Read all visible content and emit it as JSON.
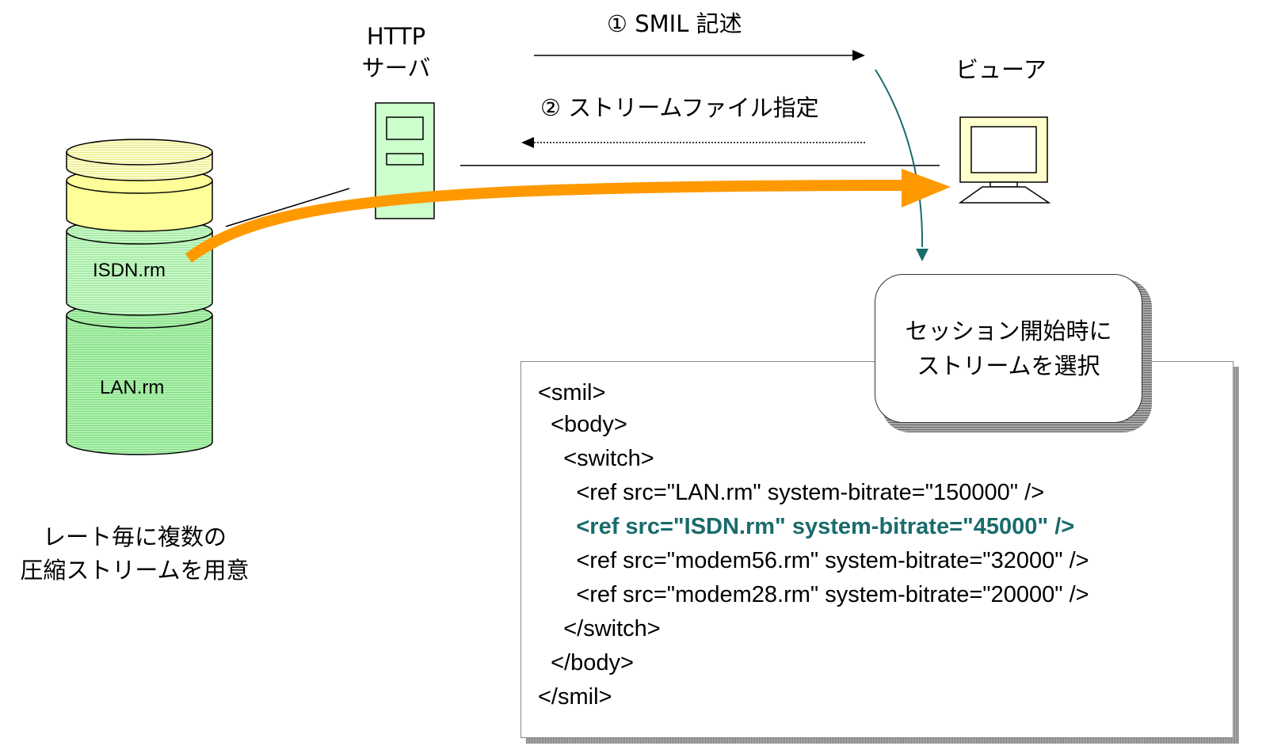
{
  "server": {
    "line1": "HTTP",
    "line2": "サーバ"
  },
  "viewer": {
    "label": "ビューア"
  },
  "arrows": {
    "smil": "① SMIL 記述",
    "stream_file": "② ストリームファイル指定"
  },
  "storage": {
    "files": [
      "ISDN.rm",
      "LAN.rm"
    ],
    "caption_line1": "レート毎に複数の",
    "caption_line2": "圧縮ストリームを用意"
  },
  "callout": {
    "line1": "セッション開始時に",
    "line2": "ストリームを選択"
  },
  "code": {
    "lines": [
      "<smil>",
      "  <body>",
      "    <switch>",
      "      <ref src=\"LAN.rm\" system-bitrate=\"150000\" />",
      "      <ref src=\"ISDN.rm\" system-bitrate=\"45000\" />",
      "      <ref src=\"modem56.rm\" system-bitrate=\"32000\" />",
      "      <ref src=\"modem28.rm\" system-bitrate=\"20000\" />",
      "    </switch>",
      "  </body>",
      "</smil>"
    ],
    "highlight_color": "#1a6b6b"
  },
  "colors": {
    "stream_arrow": "#ff9900",
    "select_arrow": "#1a6b6b",
    "server_fill": "#ccffcc",
    "viewer_fill": "#ffffcc",
    "disk_yellow": "#ffff99",
    "disk_green": "#99ff99"
  }
}
